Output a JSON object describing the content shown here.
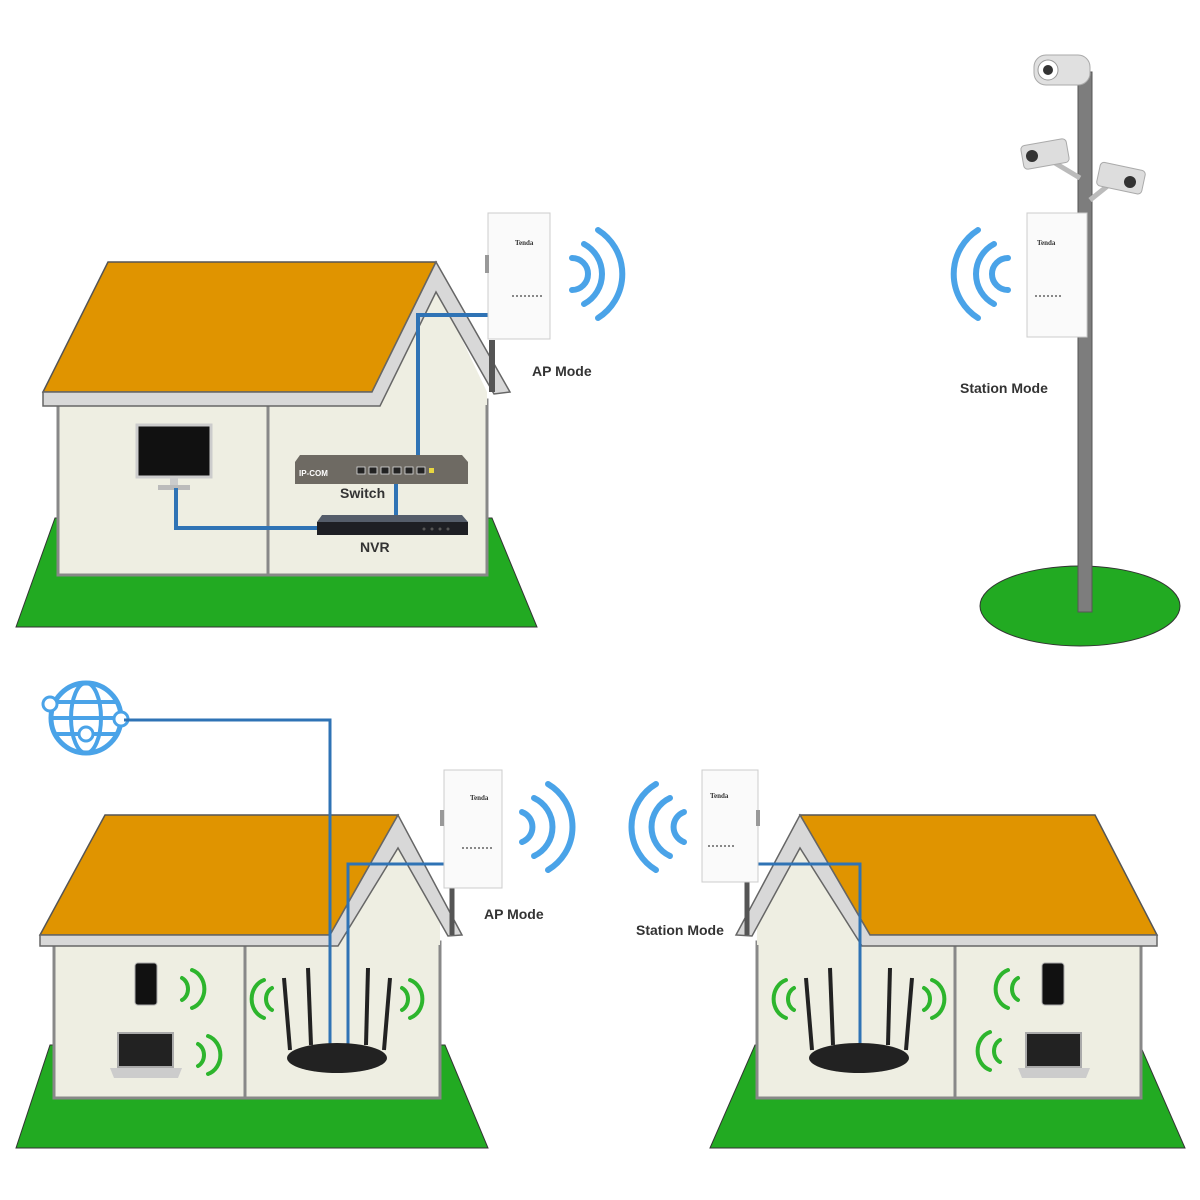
{
  "top_left": {
    "ap_label": "AP Mode",
    "switch_label": "Switch",
    "switch_brand": "IP-COM",
    "nvr_label": "NVR",
    "device_brand": "Tenda"
  },
  "top_right": {
    "station_label": "Station Mode",
    "device_brand": "Tenda"
  },
  "bottom_left": {
    "ap_label": "AP Mode",
    "device_brand": "Tenda"
  },
  "bottom_right": {
    "station_label": "Station Mode",
    "device_brand": "Tenda"
  },
  "colors": {
    "roof": "#e09400",
    "grass": "#22aa22",
    "cable": "#2f73b5",
    "wifi_outdoor": "#4aa3e8",
    "wifi_indoor": "#2db52d"
  }
}
